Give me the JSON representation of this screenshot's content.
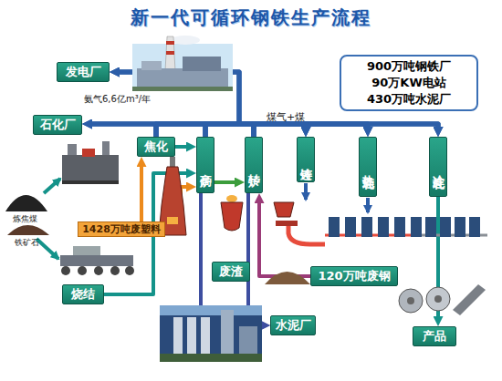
{
  "diagram": {
    "title": "新一代可循环钢铁生产流程",
    "nodes": [
      {
        "text": [
          "发电厂"
        ]
      },
      {
        "text": [
          "900万吨钢铁厂",
          "90万KW电站",
          "430万吨水泥厂"
        ]
      },
      {
        "text": [
          "石化厂"
        ]
      },
      {
        "text": [
          "焦化"
        ]
      },
      {
        "text": [
          "高炉"
        ]
      },
      {
        "text": [
          "转炉"
        ]
      },
      {
        "text": [
          "连铸"
        ]
      },
      {
        "text": [
          "热连轧"
        ]
      },
      {
        "text": [
          "冷连轧"
        ]
      },
      {
        "text": [
          "1428万吨废塑料"
        ]
      },
      {
        "text": [
          "废渣"
        ]
      },
      {
        "text": [
          "120万吨废钢"
        ]
      },
      {
        "text": [
          "烧结"
        ]
      },
      {
        "text": [
          "水泥厂"
        ]
      },
      {
        "text": [
          "产品"
        ]
      }
    ],
    "edges": [
      {
        "from": 3,
        "to": 0,
        "arrow": "to"
      },
      {
        "from": 3,
        "to": 2,
        "arrow": "to"
      },
      {
        "from": 3,
        "to": 6,
        "arrow": "to"
      },
      {
        "from": 3,
        "to": 7,
        "arrow": "to"
      },
      {
        "from": 3,
        "to": 8,
        "arrow": "to"
      },
      {
        "from": 4,
        "to": 0,
        "arrow": "to"
      },
      {
        "from": 4,
        "to": 2,
        "arrow": "to"
      },
      {
        "from": 4,
        "to": 6,
        "arrow": "to"
      },
      {
        "from": 4,
        "to": 7,
        "arrow": "to"
      },
      {
        "from": 4,
        "to": 8,
        "arrow": "to"
      },
      {
        "from": 5,
        "to": 0,
        "arrow": "to"
      },
      {
        "from": 5,
        "to": 2,
        "arrow": "to"
      },
      {
        "from": 5,
        "to": 6,
        "arrow": "to"
      },
      {
        "from": 5,
        "to": 7,
        "arrow": "to"
      },
      {
        "from": 5,
        "to": 8,
        "arrow": "to"
      },
      {
        "from": 3,
        "to": 4,
        "arrow": "to"
      },
      {
        "from": 12,
        "to": 4,
        "arrow": "to"
      },
      {
        "from": 9,
        "to": 4,
        "arrow": "to"
      },
      {
        "from": 9,
        "to": 3,
        "arrow": "to"
      },
      {
        "from": 4,
        "to": 5,
        "arrow": "to"
      },
      {
        "from": 5,
        "to": 6,
        "arrow": "to"
      },
      {
        "from": 11,
        "to": 5,
        "arrow": "to"
      },
      {
        "from": 4,
        "to": 13,
        "arrow": "to"
      },
      {
        "from": 5,
        "to": 13,
        "arrow": "to"
      },
      {
        "from": 8,
        "to": 14,
        "arrow": "to"
      }
    ],
    "labels": [
      "氨气6,6亿m³/年",
      "煤气+煤",
      "炼焦煤",
      "铁矿石"
    ]
  }
}
